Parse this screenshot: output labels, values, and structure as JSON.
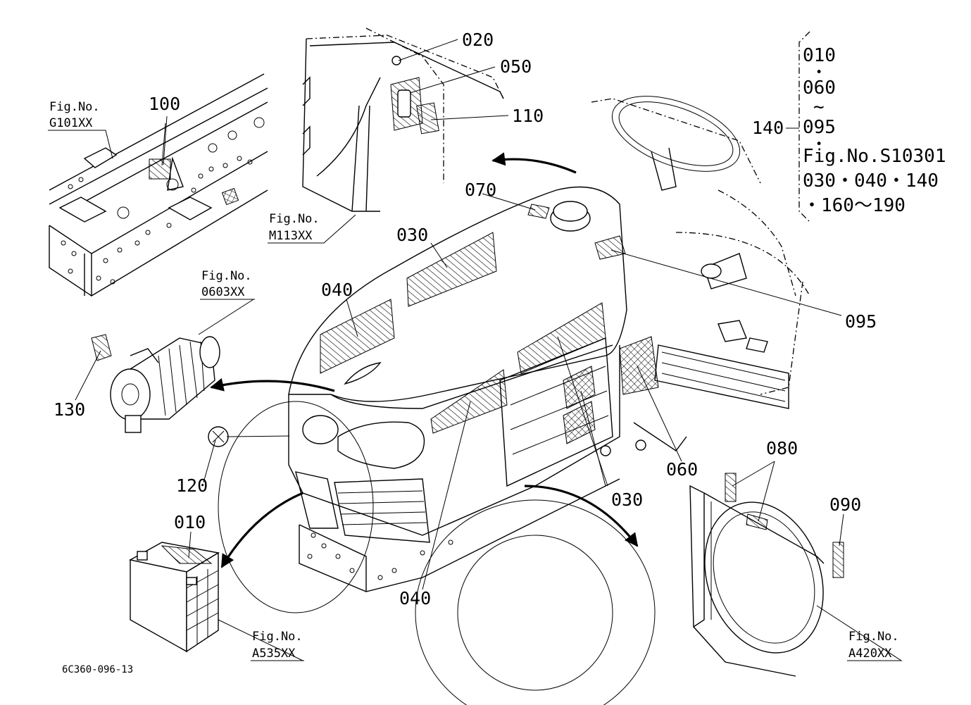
{
  "callouts": {
    "c010": "010",
    "c020": "020",
    "c030_top": "030",
    "c030_bottom": "030",
    "c040_top": "040",
    "c040_bottom": "040",
    "c050": "050",
    "c060": "060",
    "c070": "070",
    "c080": "080",
    "c090": "090",
    "c095": "095",
    "c100": "100",
    "c110": "110",
    "c120": "120",
    "c130": "130",
    "c140": "140"
  },
  "figure_refs": {
    "g101_label": "Fig.No.",
    "g101_code": "G101XX",
    "m113_label": "Fig.No.",
    "m113_code": "M113XX",
    "f0603_label": "Fig.No.",
    "f0603_code": "0603XX",
    "a535_label": "Fig.No.",
    "a535_code": "A535XX",
    "a420_label": "Fig.No.",
    "a420_code": "A420XX"
  },
  "set_bracket": {
    "line1": "010",
    "dot1": "•",
    "line2": "060",
    "tilde": "~",
    "line3": "095",
    "dot2": "•",
    "line4": "Fig.No.S10301",
    "line5": "030・040・140",
    "line6": "・160～190"
  },
  "drawing_code": "6C360-096-13"
}
